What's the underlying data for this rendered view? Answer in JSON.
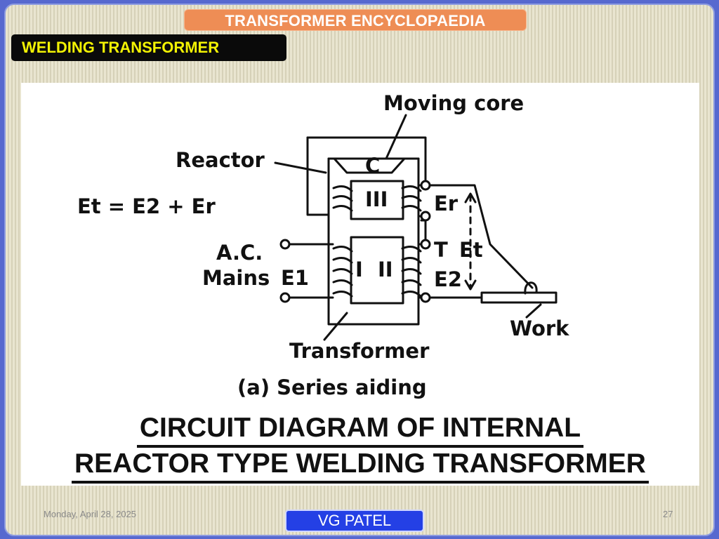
{
  "header": {
    "banner": "TRANSFORMER ENCYCLOPAEDIA",
    "section": "WELDING TRANSFORMER"
  },
  "diagram": {
    "labels": {
      "moving_core": "Moving core",
      "reactor": "Reactor",
      "equation": "Et = E2 + Er",
      "ac": "A.C.",
      "mains": "Mains",
      "e1": "E1",
      "er": "Er",
      "t": "T",
      "et": "Et",
      "e2": "E2",
      "work": "Work",
      "transformer": "Transformer",
      "series_aiding": "(a) Series aiding",
      "core_c": "C",
      "winding_3": "III",
      "winding_1": "I",
      "winding_2": "II"
    },
    "caption_line1": "CIRCUIT DIAGRAM OF INTERNAL",
    "caption_line2": "REACTOR TYPE WELDING TRANSFORMER"
  },
  "footer": {
    "date": "Monday, April 28, 2025",
    "author": "VG PATEL",
    "page": "27"
  },
  "colors": {
    "banner": "#ee8d55",
    "section_bg": "#0a0a0a",
    "section_text": "#f2f203",
    "author_bg": "#2440e5",
    "frame": "#5769cf"
  }
}
